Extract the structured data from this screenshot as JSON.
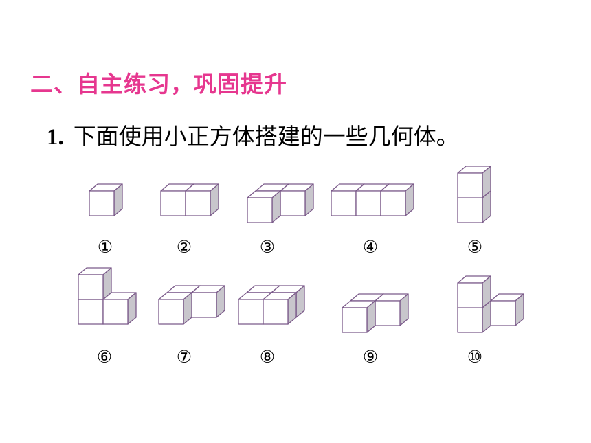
{
  "section_title": "二、自主练习，巩固提升",
  "question": {
    "number": "1.",
    "text": "下面使用小正方体搭建的一些几何体。"
  },
  "figure_labels": [
    "①",
    "②",
    "③",
    "④",
    "⑤",
    "⑥",
    "⑦",
    "⑧",
    "⑨",
    "⑩"
  ],
  "colors": {
    "title": "#e6378f",
    "cube_edge": "#7b5a8a",
    "cube_side": "#c8c6cc"
  }
}
